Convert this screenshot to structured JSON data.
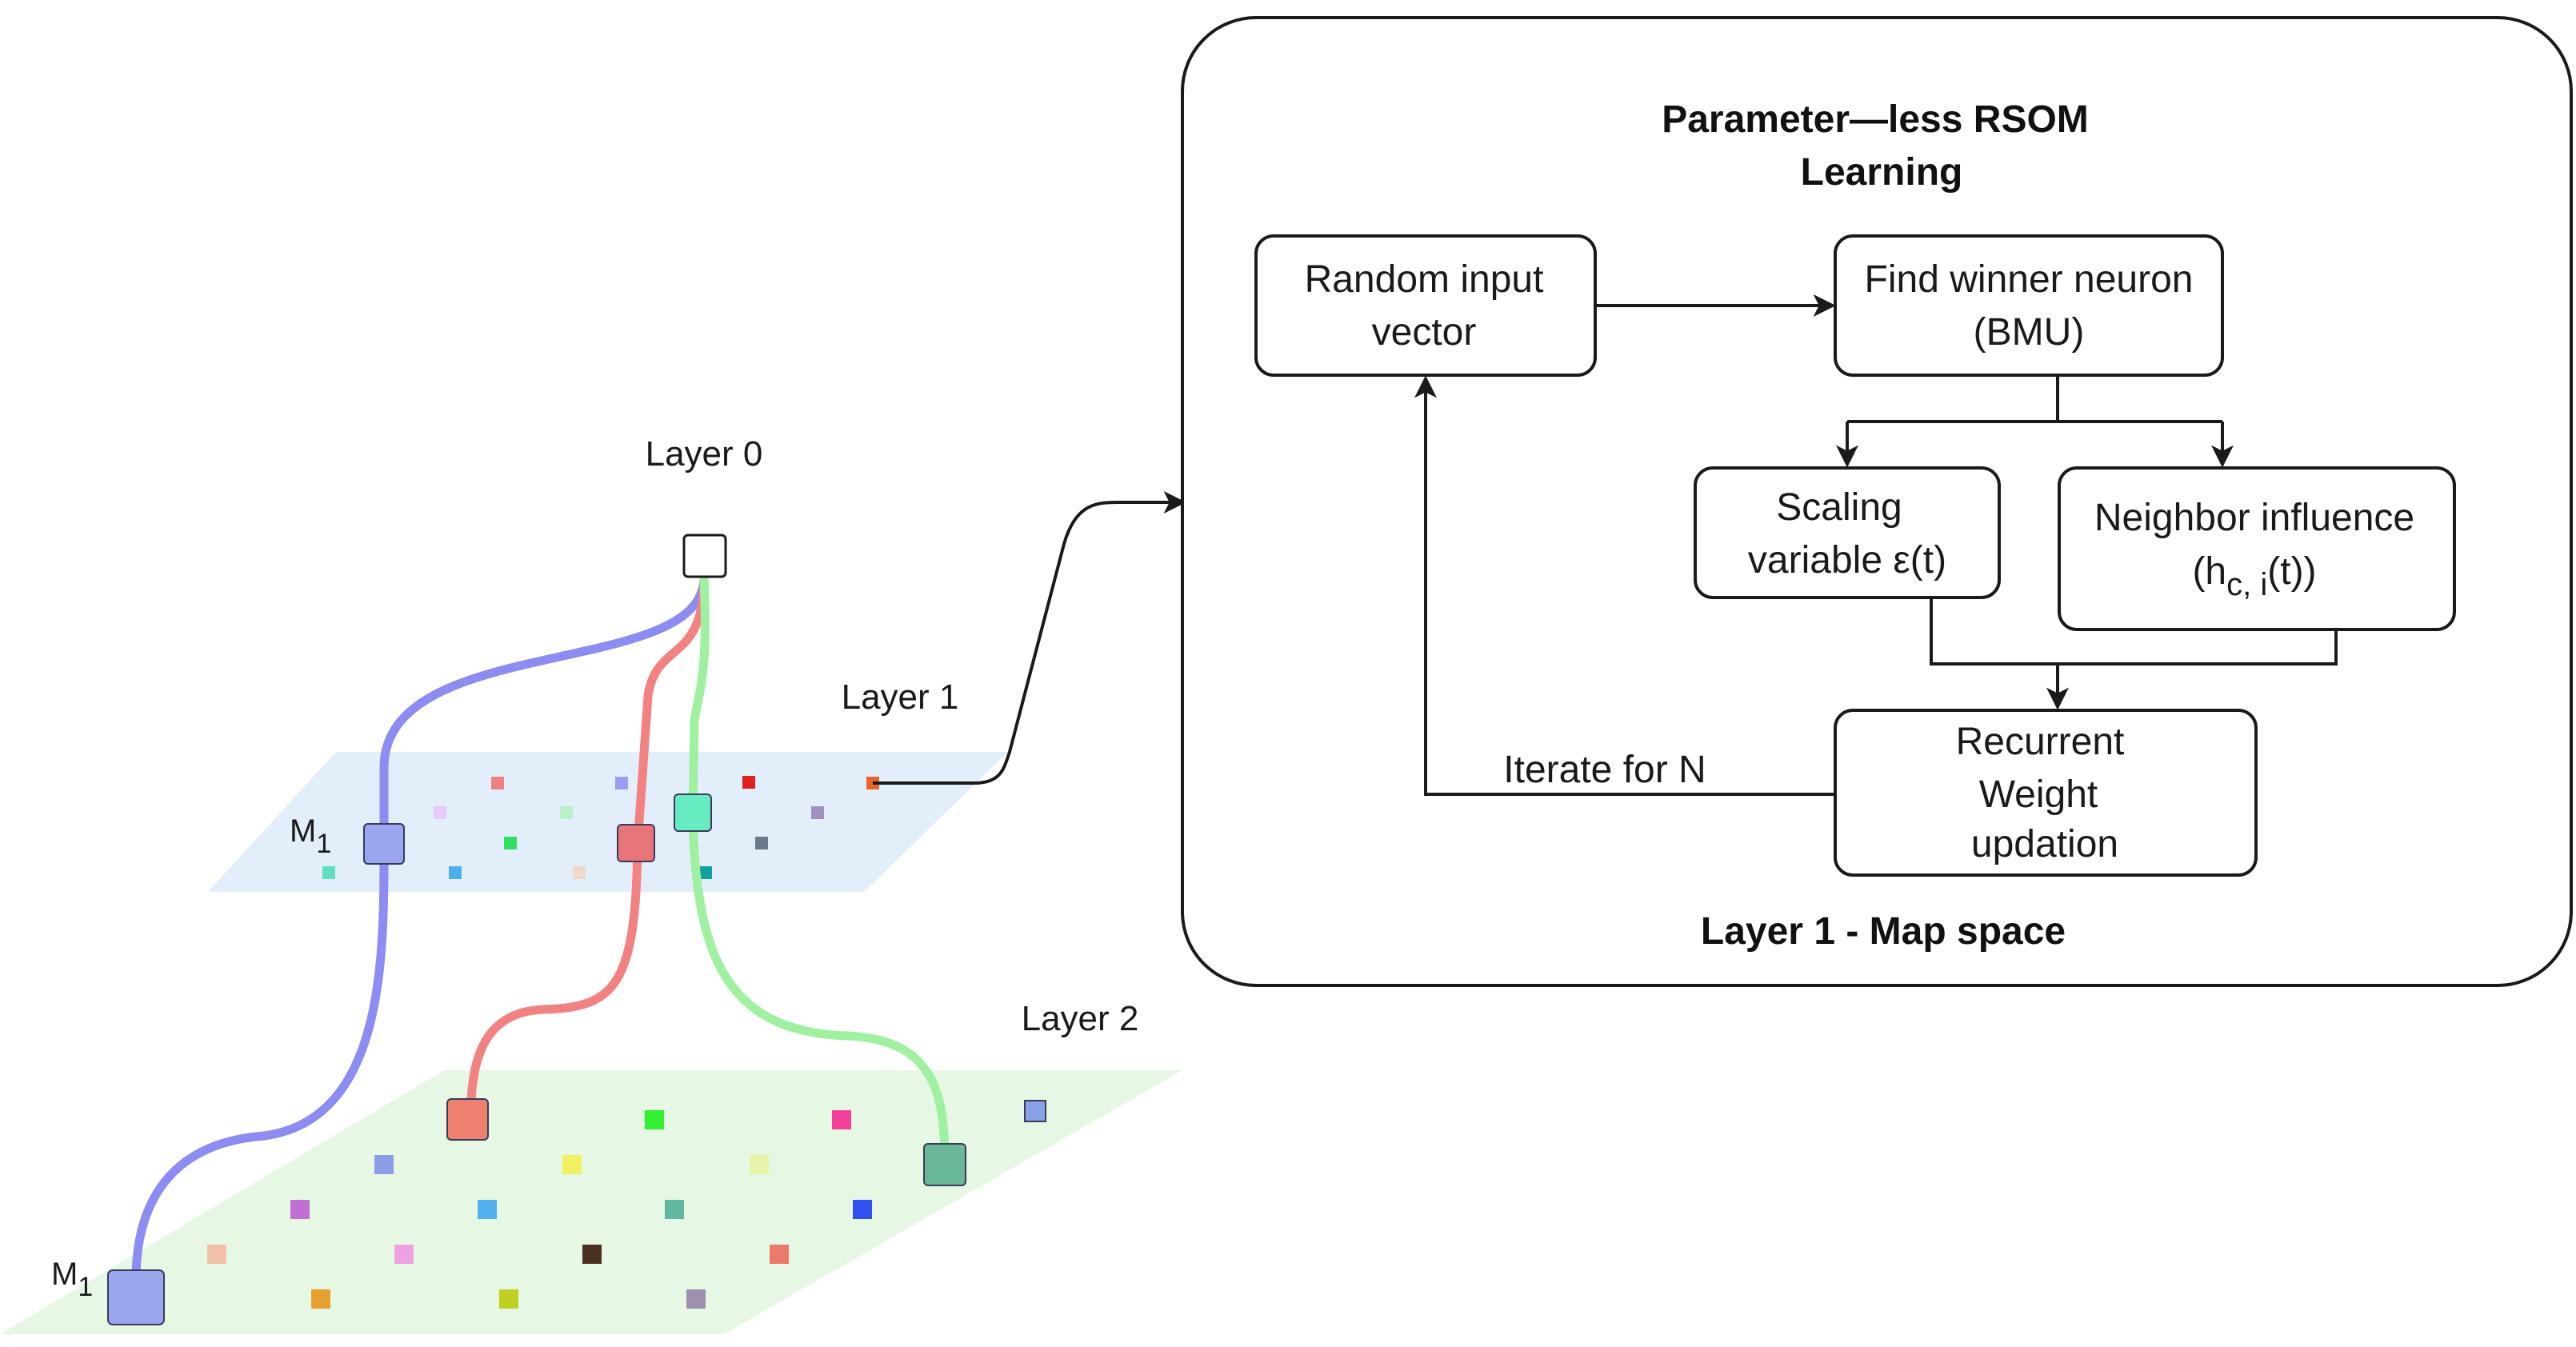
{
  "left": {
    "layer0_label": "Layer 0",
    "layer1_label": "Layer 1",
    "layer2_label": "Layer 2",
    "m1_layer1_label": "M",
    "m1_layer1_sub": "1",
    "m1_layer2_label": "M",
    "m1_layer2_sub": "1",
    "colors": {
      "layer1_plane": "#e3eefb",
      "layer2_plane": "#e6f8e3",
      "blue_path": "#8c8cf2",
      "red_path": "#f28282",
      "green_path": "#9ff0a0"
    },
    "layer1_nodes": [
      "#f08080",
      "#9c9cf0",
      "#e02020",
      "#e8642a",
      "#e8c8f8",
      "#b8f0c8",
      "#a090c0",
      "#30e060",
      "#6a7a8a",
      "#4ab0ee",
      "#f0d8c8",
      "#10a0a0",
      "#60e0c0"
    ],
    "layer2_nodes": [
      "#30f030",
      "#f0409a",
      "#80a0e8",
      "#8a9ee8",
      "#f0f060",
      "#e8f4a8",
      "#c070d0",
      "#50b0f0",
      "#60b8a0",
      "#3050f0",
      "#f0c0a8",
      "#f0a0e0",
      "#4a3020",
      "#ea7a6a",
      "#e8a030",
      "#c0d020",
      "#a090b0"
    ]
  },
  "flow": {
    "title_line1": "Parameter—less RSOM",
    "title_line2": "Learning",
    "random_input_line1": "Random input",
    "random_input_line2": "vector",
    "find_winner_line1": "Find winner neuron",
    "find_winner_line2": "(BMU)",
    "scaling_line1": "Scaling",
    "scaling_line2": "variable ε(t)",
    "neighbor_line1": "Neighbor influence",
    "neighbor_h": "(h",
    "neighbor_sub": "c, i",
    "neighbor_tail": "(t))",
    "recurrent_line1": "Recurrent",
    "recurrent_line2": "Weight",
    "recurrent_line3": "updation",
    "iterate_label": "Iterate for N",
    "footer": "Layer 1 - Map space"
  }
}
